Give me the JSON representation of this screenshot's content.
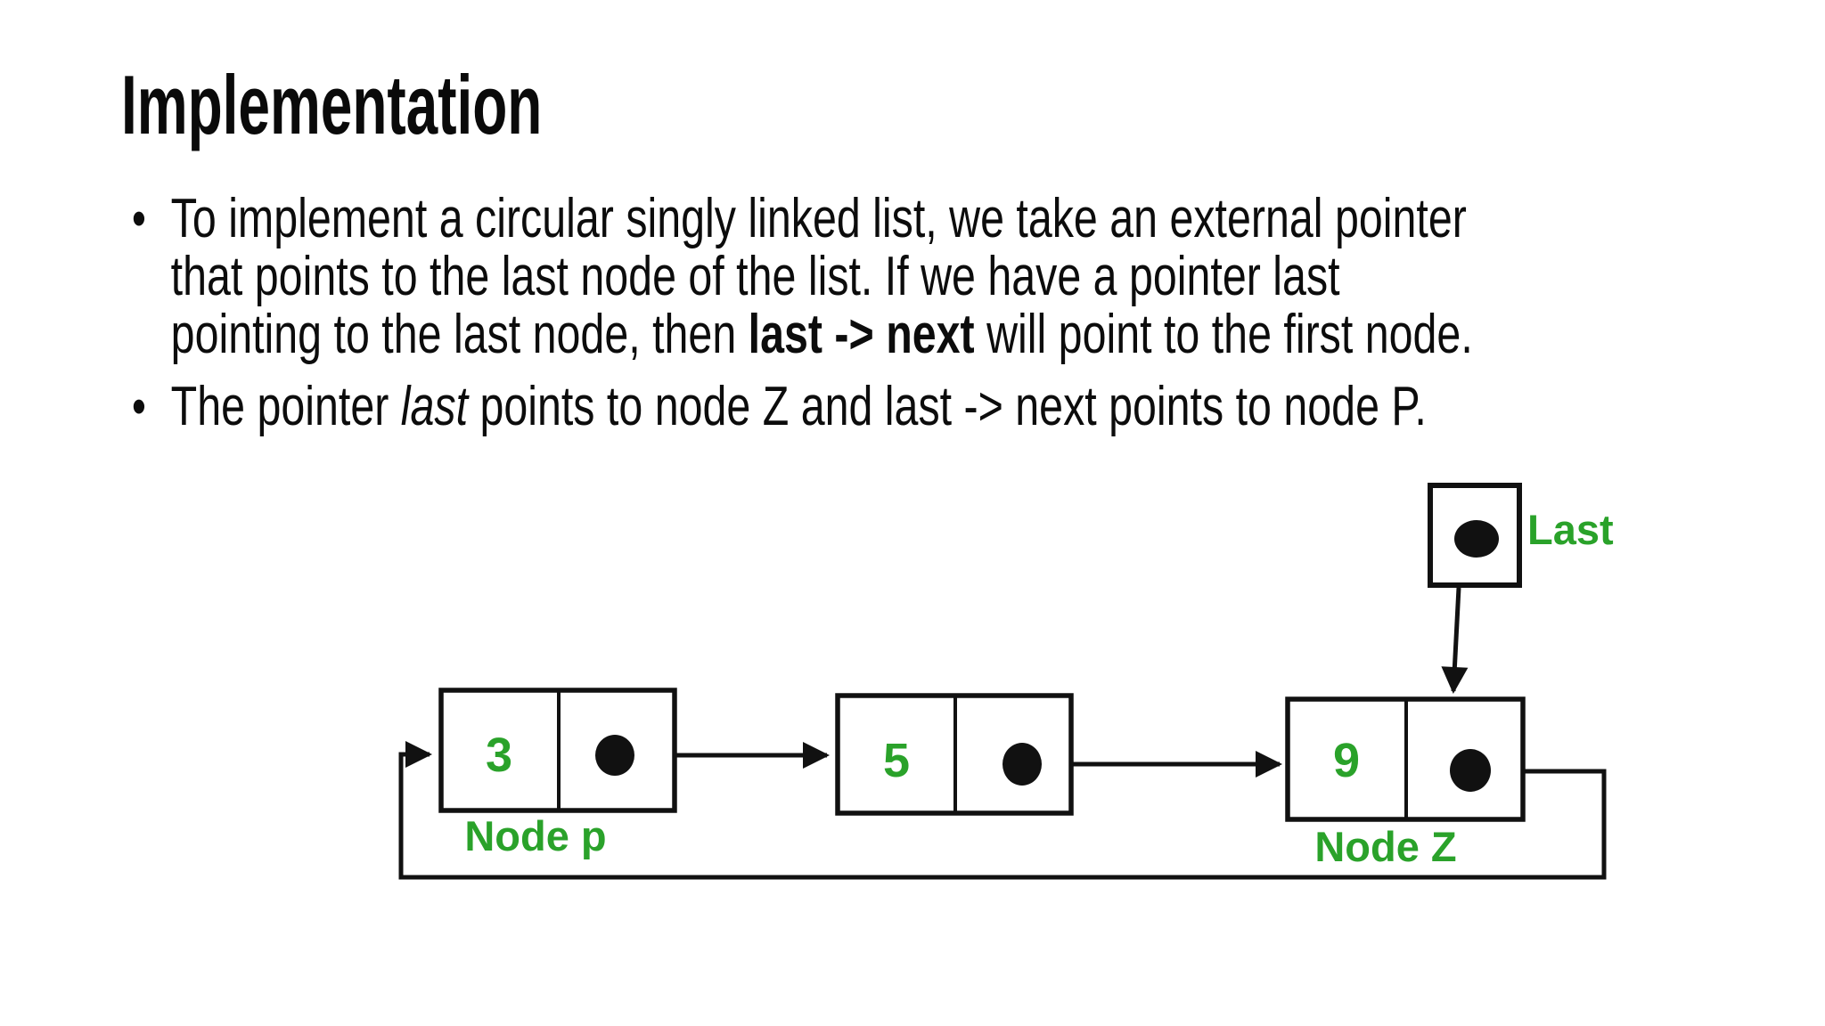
{
  "slide": {
    "title": "Implementation",
    "bullet_glyph": "•",
    "bullets": {
      "b1": {
        "line1": "To implement a circular singly linked list, we take an external pointer",
        "line2": "that points to the last node of the list. If we have a pointer last",
        "line3_pre": "pointing to the last node, then ",
        "line3_bold": "last -> next",
        "line3_post": " will point to the first node."
      },
      "b2": {
        "pre": "The pointer ",
        "italic": "last",
        "post": " points to node Z and last -> next points to node P."
      }
    }
  },
  "diagram": {
    "colors": {
      "label_green": "#2aa22a",
      "line_black": "#111111",
      "background": "#ffffff"
    },
    "last_label": "Last",
    "nodes": {
      "p": {
        "value": "3",
        "label": "Node p"
      },
      "mid": {
        "value": "5"
      },
      "z": {
        "value": "9",
        "label": "Node Z"
      }
    }
  }
}
